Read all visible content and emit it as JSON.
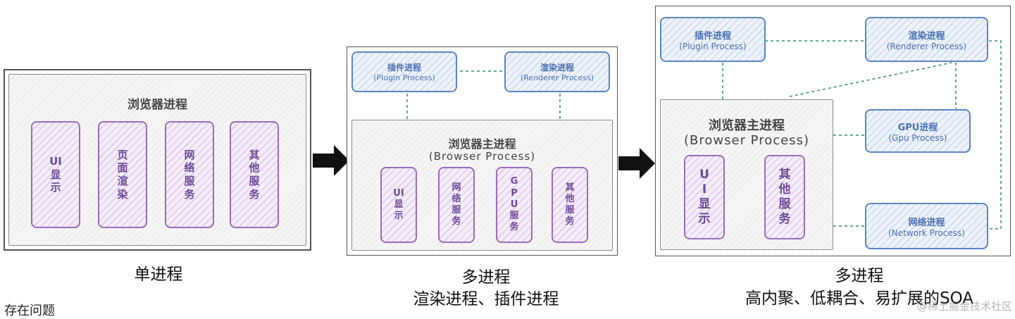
{
  "panel1": {
    "group_title": "浏览器进程",
    "modules": [
      "UI显示",
      "页面渲染",
      "网络服务",
      "其他服务"
    ],
    "caption": "单进程"
  },
  "panel2": {
    "plugin_title": "插件进程",
    "plugin_sub": "(Plugin Process)",
    "renderer_title": "渲染进程",
    "renderer_sub": "(Renderer Process)",
    "group_title": "浏览器主进程",
    "group_sub": "(Browser Process)",
    "modules": [
      "UI显示",
      "网络服务",
      "GPU服务",
      "其他服务"
    ],
    "caption_line1": "多进程",
    "caption_line2": "渲染进程、插件进程"
  },
  "panel3": {
    "plugin_title": "插件进程",
    "plugin_sub": "(Plugin Process)",
    "renderer_title": "渲染进程",
    "renderer_sub": "(Renderer Process)",
    "gpu_title": "GPU进程",
    "gpu_sub": "(Gpu Process)",
    "network_title": "网络进程",
    "network_sub": "(Network Process)",
    "group_title": "浏览器主进程",
    "group_sub": "(Browser Process)",
    "modules": [
      "UI显示",
      "其他服务"
    ],
    "caption_line1": "多进程",
    "caption_line2": "高内聚、低耦合、易扩展的SOA"
  },
  "corner_text": "存在问题",
  "watermark": "@稀土掘金技术社区",
  "colors": {
    "frame": "#555555",
    "purple": "#9a6cbc",
    "blue": "#5b86c5",
    "connector": "#2e8b74",
    "arrow": "#111111"
  }
}
